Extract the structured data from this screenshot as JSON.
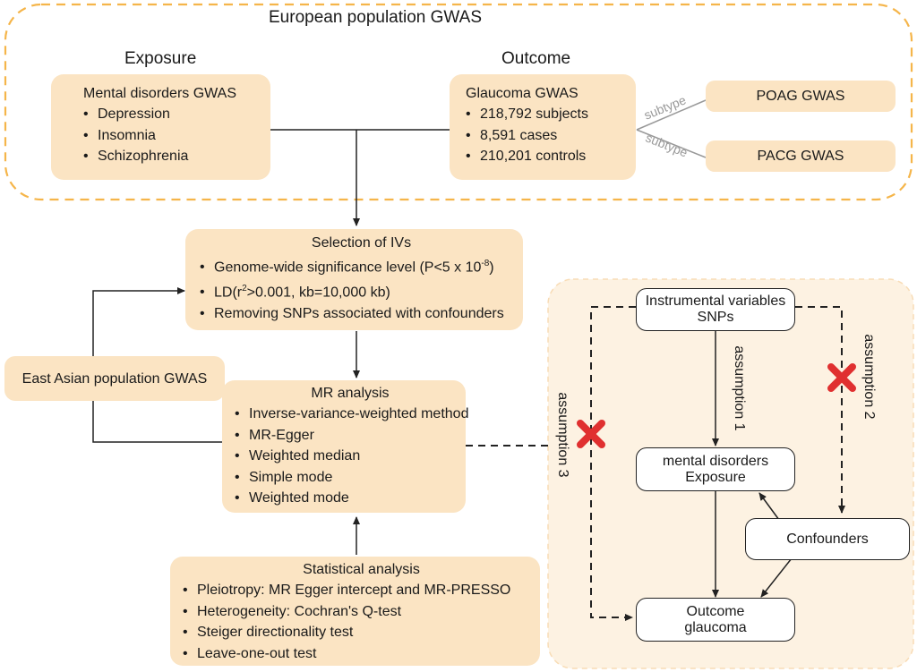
{
  "european": {
    "title": "European population GWAS",
    "exposure_label": "Exposure",
    "outcome_label": "Outcome",
    "mental": {
      "title": "Mental disorders GWAS",
      "items": [
        "Depression",
        "Insomnia",
        "Schizophrenia"
      ]
    },
    "glaucoma": {
      "title": "Glaucoma GWAS",
      "items": [
        "218,792 subjects",
        "8,591 cases",
        "210,201 controls"
      ]
    },
    "poag": "POAG GWAS",
    "pacg": "PACG GWAS",
    "subtype1": "subtype",
    "subtype2": "subtype"
  },
  "selection": {
    "title": "Selection of IVs",
    "item1_pre": "Genome-wide significance level (P<5 x 10",
    "item1_sup": "-8",
    "item1_post": ")",
    "item2_pre": "LD(r",
    "item2_sup": "2",
    "item2_post": ">0.001, kb=10,000 kb)",
    "item3": "Removing SNPs associated with confounders"
  },
  "east_asian": "East Asian population GWAS",
  "mr": {
    "title": "MR analysis",
    "items": [
      "Inverse-variance-weighted method",
      "MR-Egger",
      "Weighted median",
      "Simple mode",
      "Weighted mode"
    ]
  },
  "stats": {
    "title": "Statistical analysis",
    "items": [
      "Pleiotropy: MR Egger intercept and MR-PRESSO",
      "Heterogeneity: Cochran's Q-test",
      "Steiger directionality test",
      "Leave-one-out test"
    ]
  },
  "dag": {
    "iv_line1": "Instrumental variables",
    "iv_line2": "SNPs",
    "exposure_line1": "mental disorders",
    "exposure_line2": "Exposure",
    "confounders": "Confounders",
    "outcome_line1": "Outcome",
    "outcome_line2": "glaucoma",
    "assumption1": "assumption 1",
    "assumption2": "assumption 2",
    "assumption3": "assumption 3"
  },
  "colors": {
    "box_fill": "#fbe4c3",
    "dashed_border": "#f5b54a",
    "cross": "#e03030"
  }
}
